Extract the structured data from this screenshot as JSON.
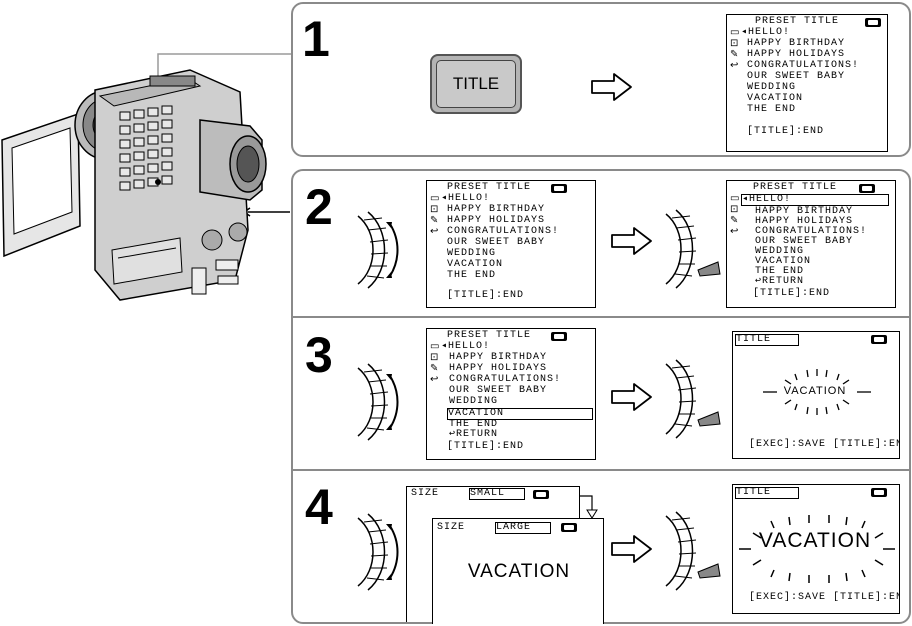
{
  "steps": [
    "1",
    "2",
    "3",
    "4"
  ],
  "button": {
    "label": "TITLE"
  },
  "menu": {
    "header": "PRESET TITLE",
    "items": [
      "HELLO!",
      "HAPPY BIRTHDAY",
      "HAPPY HOLIDAYS",
      "CONGRATULATIONS!",
      "OUR SWEET BABY",
      "WEDDING",
      "VACATION",
      "THE END"
    ],
    "return_label": "RETURN",
    "footer": "[TITLE]:END"
  },
  "title_screen": {
    "tag": "TITLE",
    "word": "VACATION",
    "footer": "[EXEC]:SAVE [TITLE]:END"
  },
  "size_screens": {
    "label": "SIZE",
    "small": "SMALL",
    "large": "LARGE",
    "word": "VACATION"
  },
  "icons": [
    "camcorder-illustration",
    "cassette-icon",
    "control-dial-icon",
    "hollow-right-arrow-icon",
    "folder-icon",
    "text-icon",
    "pen-icon",
    "return-arrow-icon"
  ]
}
